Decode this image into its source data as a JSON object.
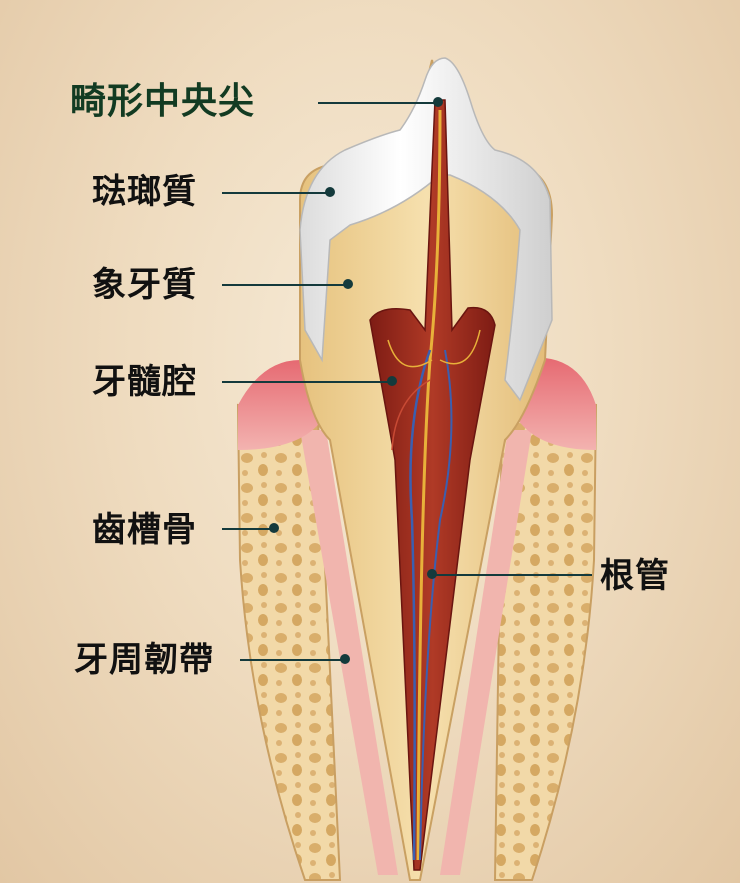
{
  "labels": {
    "cusp": "畸形中央尖",
    "enamel": "琺瑯質",
    "dentin": "象牙質",
    "pulp": "牙髓腔",
    "alveolar_bone": "齒槽骨",
    "root_canal": "根管",
    "periodontal_ligament": "牙周韌帶"
  },
  "colors": {
    "accent_label": "#123b22",
    "leader_line": "#143a3c",
    "enamel": "#f4f4f2",
    "dentin": "#f0d49a",
    "pulp": "#9a2a1e",
    "gum": "#e88a8a",
    "bone": "#f1d6a2",
    "nerve": "#e8b13a",
    "vein": "#3b5fb0"
  }
}
